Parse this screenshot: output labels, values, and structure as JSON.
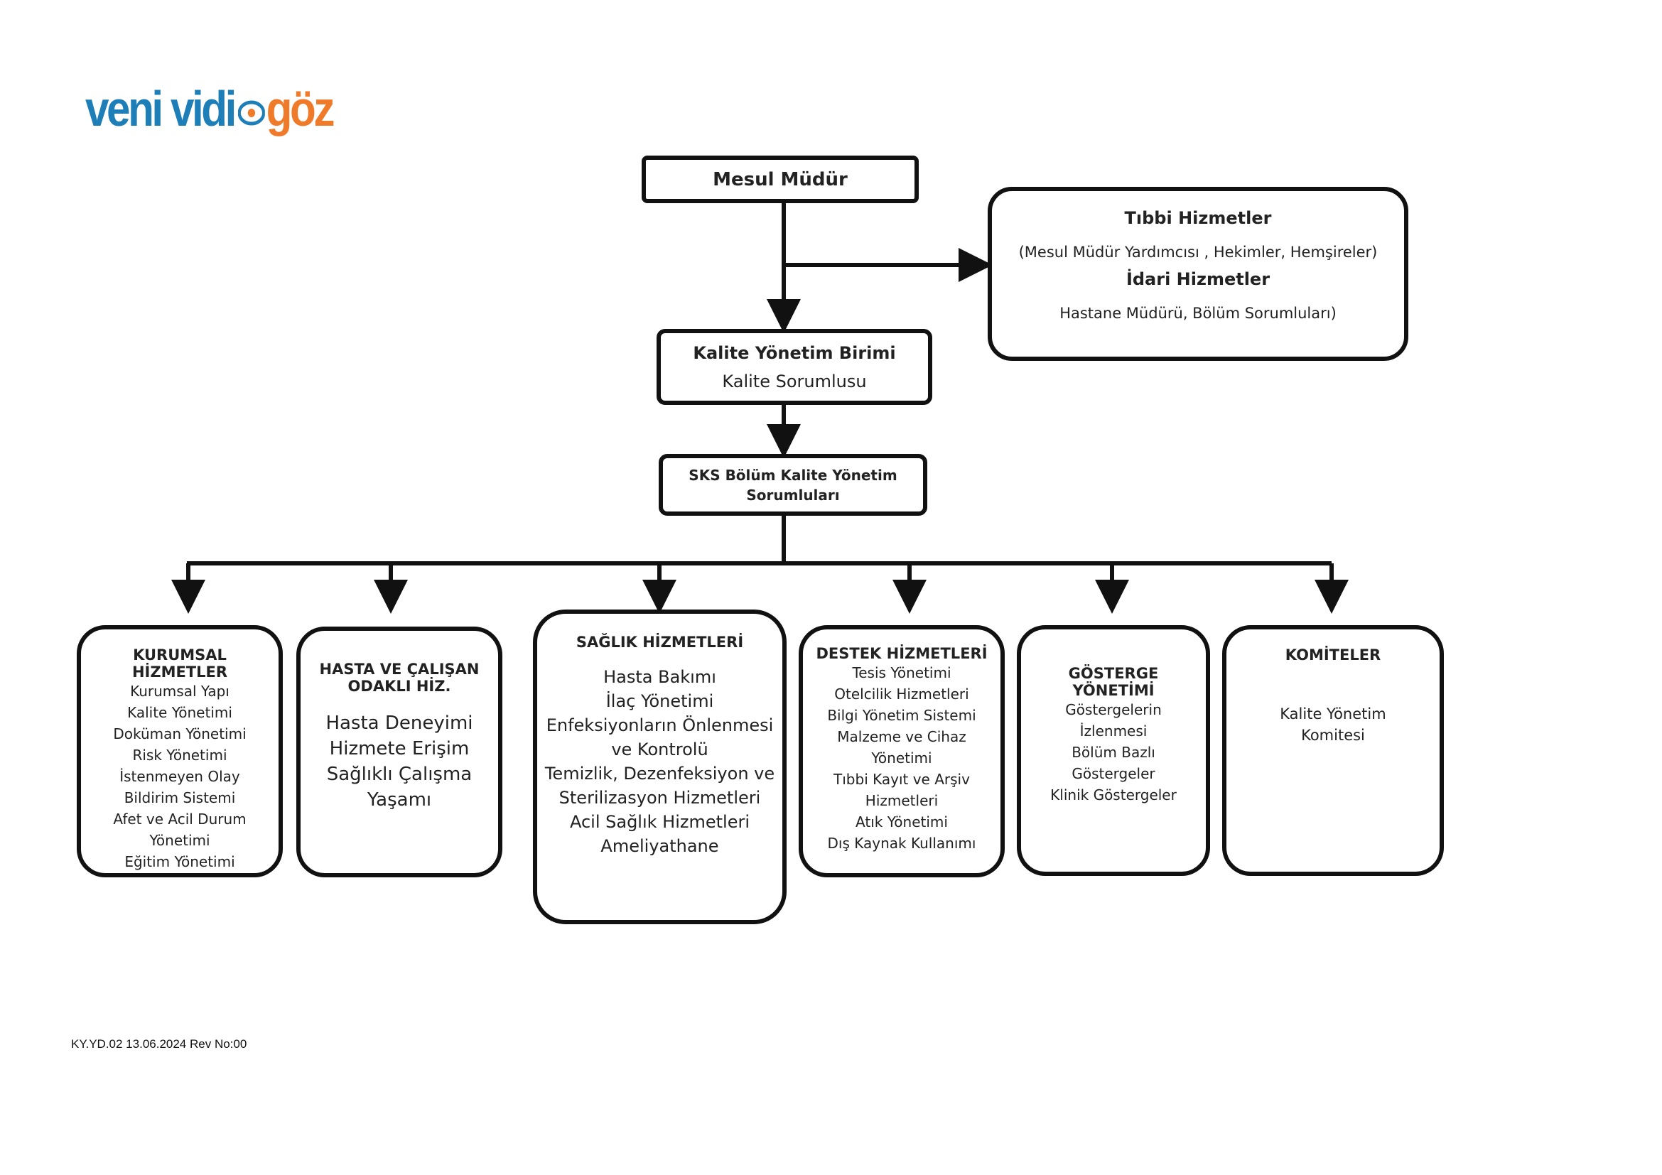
{
  "logo": {
    "part1": "veni vidi",
    "part2": "göz"
  },
  "top": {
    "title": "Mesul Müdür"
  },
  "services": {
    "medical_title": "Tıbbi Hizmetler",
    "medical_sub": "(Mesul Müdür Yardımcısı , Hekimler, Hemşireler)",
    "admin_title": "İdari Hizmetler",
    "admin_sub": "Hastane Müdürü, Bölüm Sorumluları)"
  },
  "quality_unit": {
    "title": "Kalite Yönetim Birimi",
    "sub": "Kalite Sorumlusu"
  },
  "sks": {
    "title_line1": "SKS Bölüm Kalite Yönetim",
    "title_line2": "Sorumluları"
  },
  "departments": [
    {
      "title": [
        "KURUMSAL",
        "HİZMETLER"
      ],
      "items": [
        "Kurumsal Yapı",
        "Kalite Yönetimi",
        "Doküman Yönetimi",
        "Risk Yönetimi",
        "İstenmeyen Olay",
        "Bildirim Sistemi",
        "Afet ve Acil Durum",
        "Yönetimi",
        "Eğitim Yönetimi"
      ]
    },
    {
      "title": [
        "HASTA VE ÇALIŞAN",
        "ODAKLI HİZ."
      ],
      "items": [
        "Hasta Deneyimi",
        "Hizmete Erişim",
        "Sağlıklı Çalışma",
        "Yaşamı"
      ]
    },
    {
      "title": [
        "SAĞLIK HİZMETLERİ"
      ],
      "items": [
        "Hasta Bakımı",
        "İlaç Yönetimi",
        "Enfeksiyonların Önlenmesi",
        "ve Kontrolü",
        "Temizlik, Dezenfeksiyon ve",
        "Sterilizasyon Hizmetleri",
        "Acil Sağlık Hizmetleri",
        "Ameliyathane"
      ]
    },
    {
      "title": [
        "DESTEK HİZMETLERİ"
      ],
      "items": [
        "Tesis Yönetimi",
        "Otelcilik Hizmetleri",
        "Bilgi Yönetim Sistemi",
        "Malzeme ve Cihaz",
        "Yönetimi",
        "Tıbbi Kayıt ve Arşiv",
        "Hizmetleri",
        "Atık Yönetimi",
        "Dış Kaynak Kullanımı"
      ]
    },
    {
      "title": [
        "GÖSTERGE",
        "YÖNETİMİ"
      ],
      "items": [
        "Göstergelerin",
        "İzlenmesi",
        "Bölüm Bazlı",
        "Göstergeler",
        "Klinik Göstergeler"
      ]
    },
    {
      "title": [
        "KOMİTELER"
      ],
      "items": [
        "Kalite Yönetim",
        "Komitesi"
      ]
    }
  ],
  "footer": "KY.YD.02 13.06.2024 Rev No:00"
}
